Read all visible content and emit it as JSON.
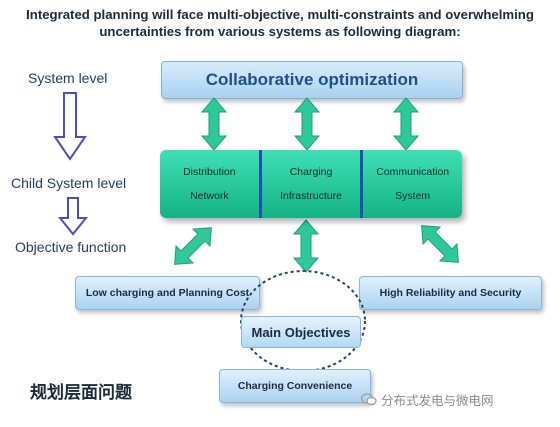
{
  "heading": {
    "line1": "Integrated planning will face multi-objective, multi-constraints and overwhelming",
    "line2": "uncertainties from various systems as following diagram:"
  },
  "levels": {
    "system": "System level",
    "child": "Child System level",
    "objective": "Objective function"
  },
  "system_box": {
    "label": "Collaborative optimization"
  },
  "child_systems": [
    {
      "line1": "Distribution",
      "line2": "Network"
    },
    {
      "line1": "Charging",
      "line2": "Infrastructure"
    },
    {
      "line1": "Communication",
      "line2": "System"
    }
  ],
  "objectives": {
    "left": "Low charging and Planning Cost",
    "right": "High Reliability and Security",
    "main": "Main Objectives",
    "bottom": "Charging Convenience"
  },
  "footer": {
    "chinese_title": "规划层面问题",
    "watermark": "分布式发电与微电网"
  },
  "colors": {
    "arrow_green": "#2fc89a",
    "child_green": "#22c891",
    "box_blue": "#a9d1f0",
    "divider_blue": "#1e50b4",
    "hollow_arrow": "#4a4fbf"
  },
  "icons": [
    "hollow-down-arrow-icon",
    "double-headed-arrow-icon",
    "wechat-icon"
  ]
}
